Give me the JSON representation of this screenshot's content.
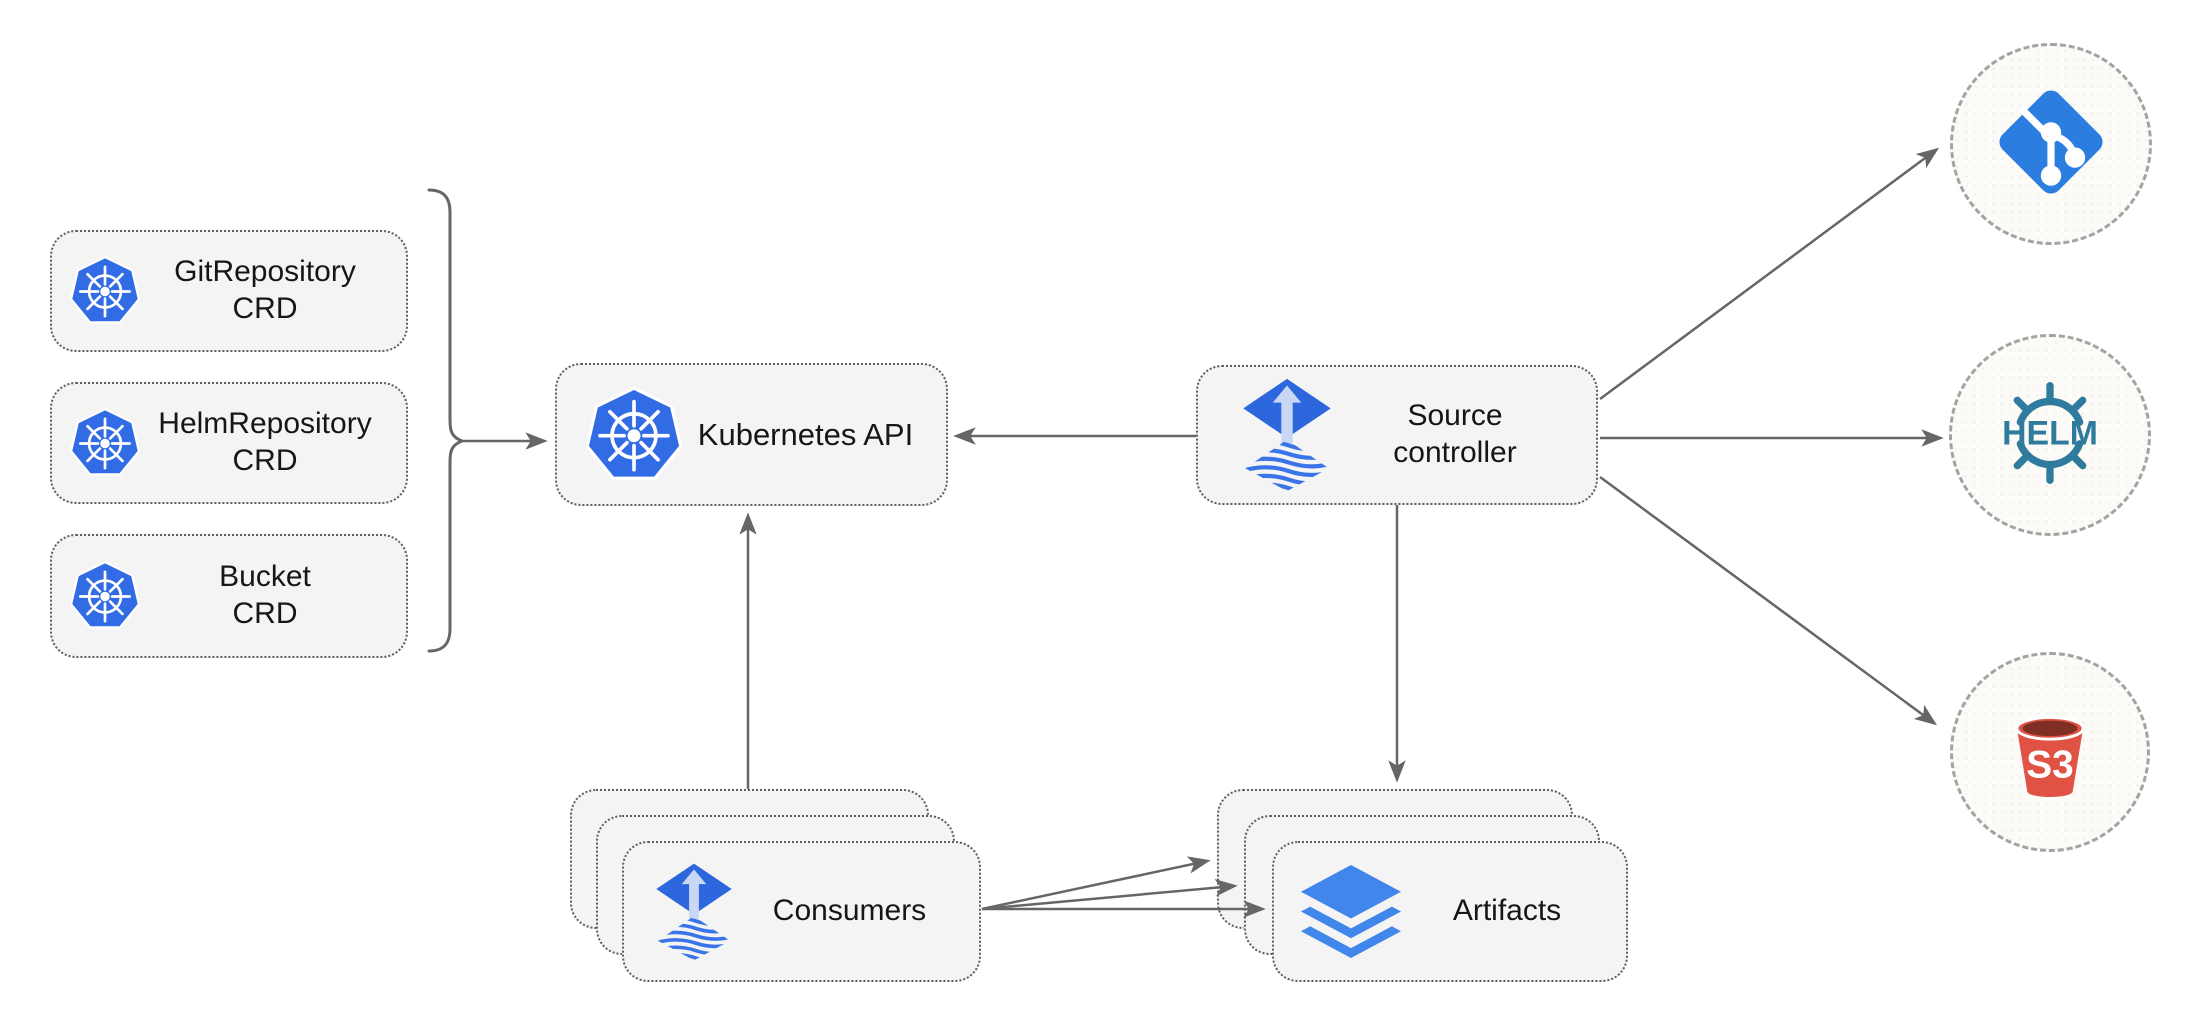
{
  "diagram": {
    "kind": "flux-source-controller-architecture",
    "colors": {
      "background": "#ffffff",
      "box_fill": "#f4f4f4",
      "box_border": "#5e5e5e",
      "arrow": "#666666",
      "circle_border": "#a3a3a3",
      "circle_fill": "#fcfbf8",
      "kubernetes_blue": "#326ce5",
      "flux_blue": "#2c67dd",
      "flux_arrow_light": "#c9d7f5",
      "flux_stripe_blue": "#3b74e8",
      "git_blue": "#2b7de0",
      "helm_teal": "#2e7b9d",
      "s3_red": "#e05243",
      "s3_dark_red": "#7f2f24",
      "layers_blue": "#4186ea",
      "label_color": "#161616"
    },
    "nodes": {
      "crds": [
        {
          "line1": "GitRepository",
          "line2": "CRD",
          "icon": "kubernetes-icon"
        },
        {
          "line1": "HelmRepository",
          "line2": "CRD",
          "icon": "kubernetes-icon"
        },
        {
          "line1": "Bucket",
          "line2": "CRD",
          "icon": "kubernetes-icon"
        }
      ],
      "kubernetes_api": {
        "label": "Kubernetes API",
        "icon": "kubernetes-icon"
      },
      "source_controller": {
        "line1": "Source",
        "line2": "controller",
        "icon": "flux-icon"
      },
      "consumers": {
        "label": "Consumers",
        "icon": "flux-icon",
        "stacked": 3
      },
      "artifacts": {
        "label": "Artifacts",
        "icon": "layers-icon",
        "stacked": 3
      },
      "externals": {
        "git": {
          "icon": "git-icon"
        },
        "helm": {
          "icon": "helm-icon",
          "label": "HELM"
        },
        "s3": {
          "icon": "s3-bucket-icon",
          "label": "S3"
        }
      }
    },
    "edges": [
      {
        "from": "crd-group-bracket",
        "to": "kubernetes-api"
      },
      {
        "from": "source-controller",
        "to": "kubernetes-api"
      },
      {
        "from": "consumers",
        "to": "kubernetes-api"
      },
      {
        "from": "source-controller",
        "to": "artifacts"
      },
      {
        "from": "source-controller",
        "to": "git"
      },
      {
        "from": "source-controller",
        "to": "helm"
      },
      {
        "from": "source-controller",
        "to": "s3"
      },
      {
        "from": "consumers",
        "to": "artifacts",
        "count": 3
      }
    ]
  }
}
